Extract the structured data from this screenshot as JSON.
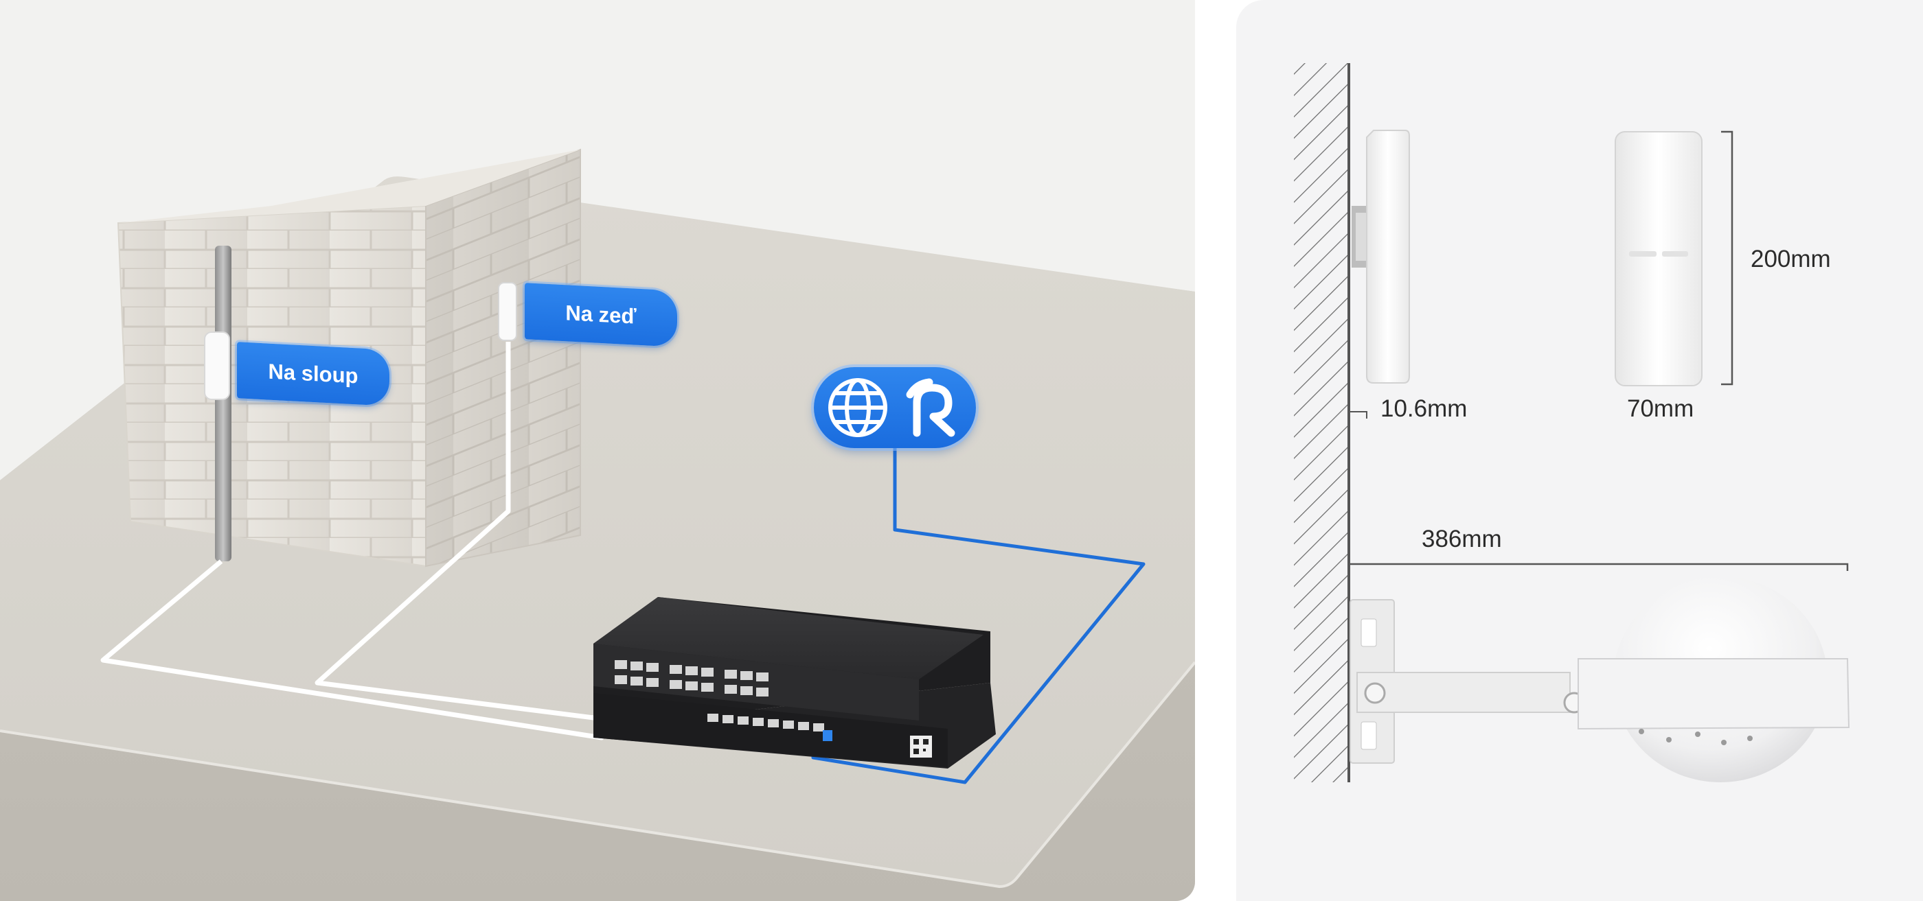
{
  "scene": {
    "pole_label": "Na sloup",
    "wall_label": "Na zeď",
    "internet_icon": "globe-icon",
    "cloud_icon": "ruijie-cloud-icon"
  },
  "dimensions": {
    "depth": "10.6mm",
    "width": "70mm",
    "height": "200mm",
    "length": "386mm"
  },
  "colors": {
    "accent": "#1c6fe0",
    "cable_uplink": "#1f6fd8",
    "cable_ap": "#ffffff",
    "switch_body": "#2c2c2e"
  }
}
